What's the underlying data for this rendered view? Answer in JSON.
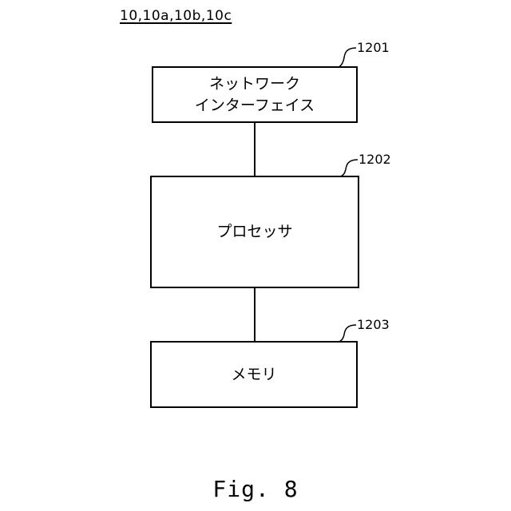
{
  "header": {
    "reference_numerals": "10,10a,10b,10c"
  },
  "blocks": [
    {
      "ref": "1201",
      "lines": [
        "ネットワーク",
        "インターフェイス"
      ]
    },
    {
      "ref": "1202",
      "lines": [
        "プロセッサ"
      ]
    },
    {
      "ref": "1203",
      "lines": [
        "メモリ"
      ]
    }
  ],
  "caption": "Fig. 8"
}
